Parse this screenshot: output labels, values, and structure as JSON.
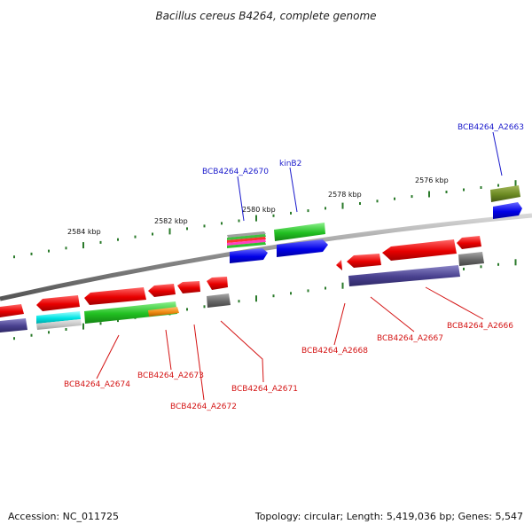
{
  "title": "Bacillus cereus B4264, complete genome",
  "footer": {
    "accession": "Accession: NC_011725",
    "summary": "Topology: circular; Length: 5,419,036 bp; Genes: 5,547"
  },
  "kbp_labels": [
    "2584 kbp",
    "2582 kbp",
    "2580 kbp",
    "2578 kbp",
    "2576 kbp"
  ],
  "gene_labels_upper": [
    "BCB4264_A2670",
    "kinB2",
    "BCB4264_A2663"
  ],
  "gene_labels_lower": [
    "BCB4264_A2674",
    "BCB4264_A2673",
    "BCB4264_A2672",
    "BCB4264_A2671",
    "BCB4264_A2668",
    "BCB4264_A2667",
    "BCB4264_A2666"
  ],
  "colors": {
    "upper_label": "#1a1acc",
    "lower_label": "#d41414",
    "backbone": "#888888",
    "tick": "#2a7a2a"
  }
}
